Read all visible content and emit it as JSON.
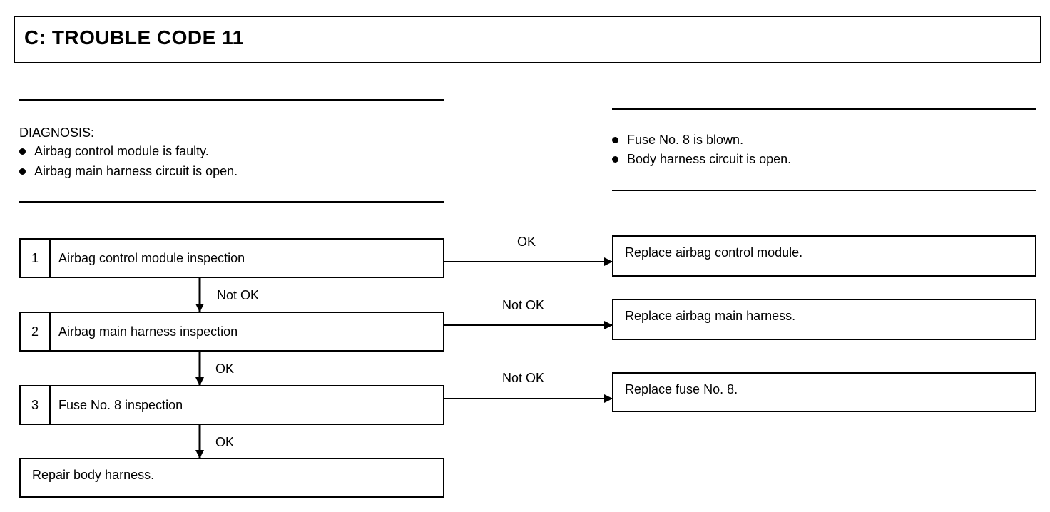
{
  "title": "C: TROUBLE CODE 11",
  "diagnosis": {
    "heading": "DIAGNOSIS:",
    "left_items": [
      "Airbag control module is faulty.",
      "Airbag main harness circuit is open."
    ],
    "right_items": [
      "Fuse No. 8 is blown.",
      "Body harness circuit is open."
    ]
  },
  "steps": [
    {
      "num": "1",
      "label": "Airbag control module inspection"
    },
    {
      "num": "2",
      "label": "Airbag main harness inspection"
    },
    {
      "num": "3",
      "label": "Fuse No. 8 inspection"
    }
  ],
  "final_action": "Repair body harness.",
  "results": [
    "Replace airbag control module.",
    "Replace airbag main harness.",
    "Replace fuse No. 8."
  ],
  "edge_labels": {
    "step1_right": "OK",
    "step1_down": "Not OK",
    "step2_right": "Not OK",
    "step2_down": "OK",
    "step3_right": "Not OK",
    "step3_down": "OK"
  }
}
